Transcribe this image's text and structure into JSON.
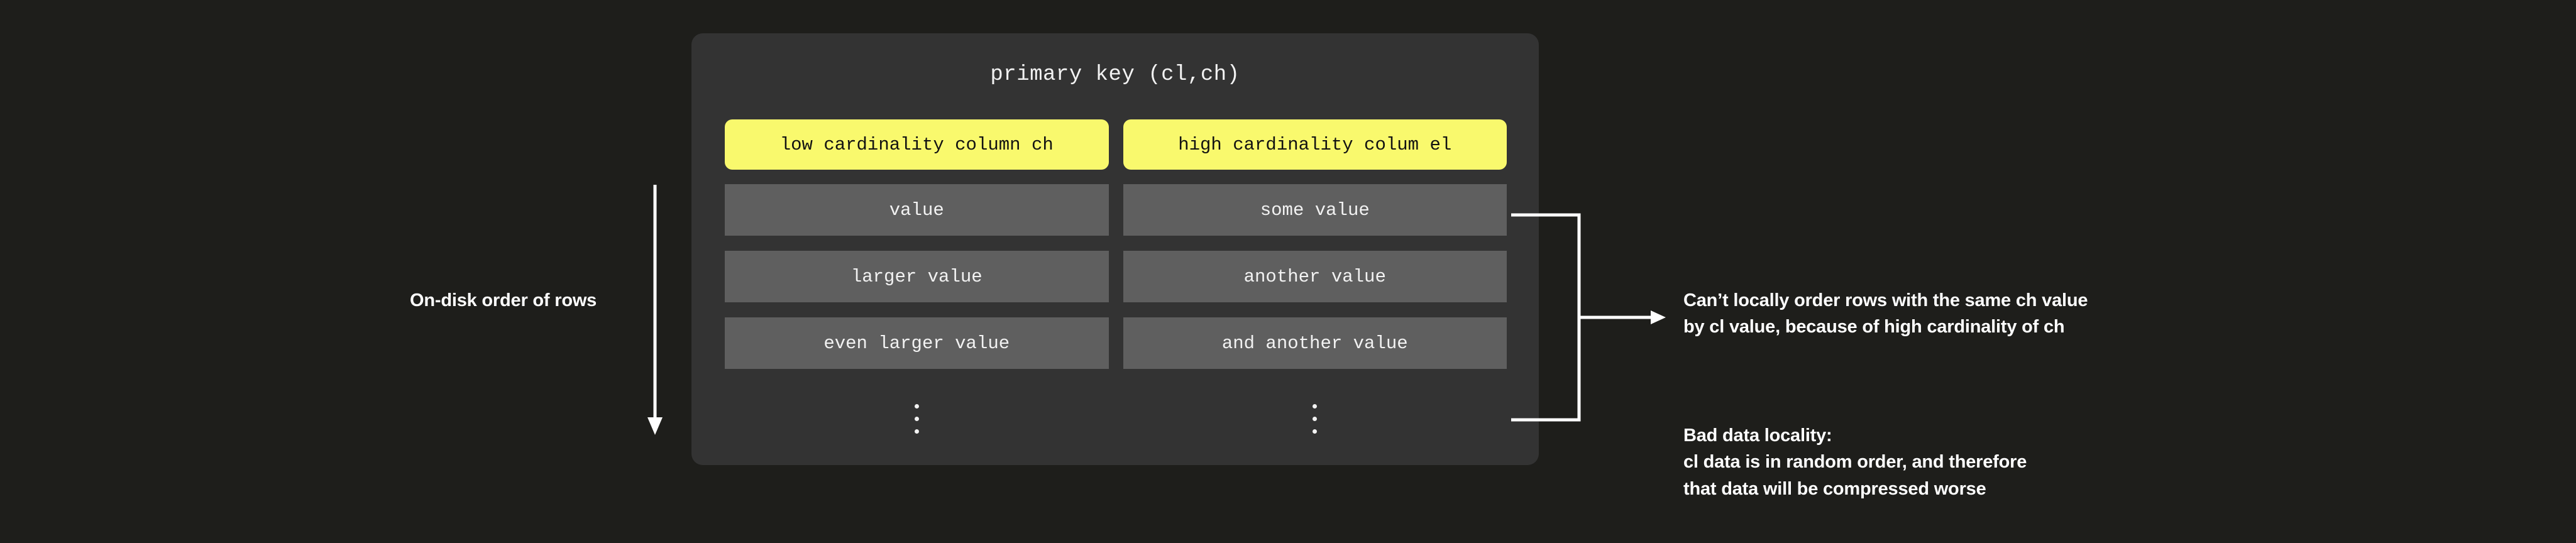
{
  "theme": {
    "background": "#1e1e1b",
    "panel": "#333333",
    "header_accent": "#f9f96d",
    "cell": "#5f5f5f",
    "text": "#ffffff",
    "header_text": "#121212"
  },
  "left_annotation": {
    "label": "On-disk order of rows",
    "arrow_icon": "arrow-down-icon"
  },
  "panel": {
    "title": "primary key (cl,ch)",
    "columns": [
      {
        "header": "low cardinality column ch",
        "cells": [
          "value",
          "larger value",
          "even larger value"
        ],
        "continuation": "vertical-ellipsis"
      },
      {
        "header": "high cardinality colum el",
        "cells": [
          "some value",
          "another value",
          "and another value"
        ],
        "continuation": "vertical-ellipsis"
      }
    ]
  },
  "connector": {
    "icon": "bracket-arrow-right-icon"
  },
  "notes": {
    "top": "Can’t locally order rows with the same ch value\nby cl value, because of high cardinality of ch",
    "bottom": "Bad data locality:\ncl data is in random order, and therefore\nthat data will be compressed worse"
  }
}
